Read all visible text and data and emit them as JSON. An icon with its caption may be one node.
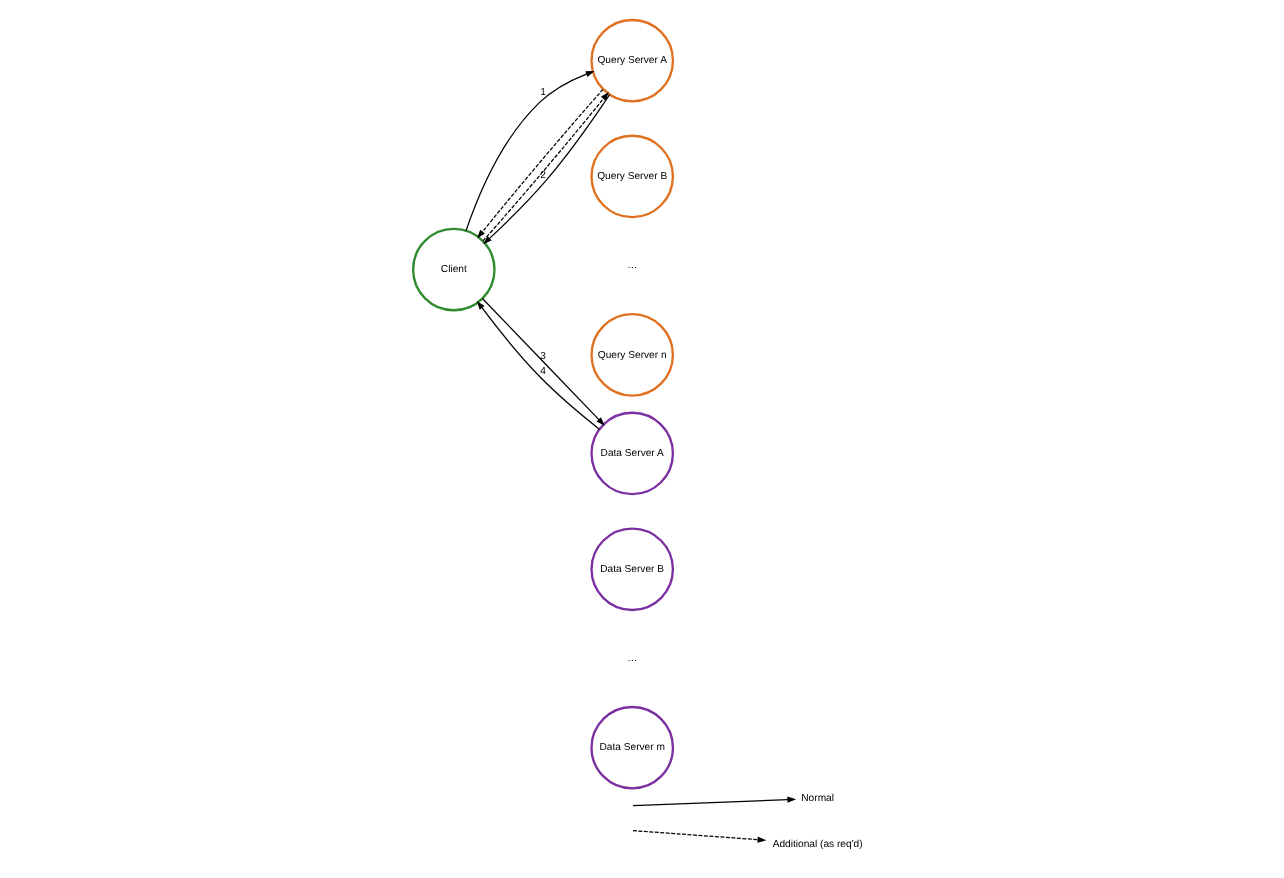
{
  "diagram": {
    "nodes": [
      {
        "text": [
          "Client"
        ]
      },
      {
        "text": [
          "Query Server A"
        ]
      },
      {
        "text": [
          "Query Server B"
        ]
      },
      {
        "text": [
          "Query Server n"
        ]
      },
      {
        "text": [
          "Data Server A"
        ]
      },
      {
        "text": [
          "Data Server B"
        ]
      },
      {
        "text": [
          "Data Server m"
        ]
      }
    ],
    "edges": [
      {
        "from": 0,
        "to": 1,
        "arrow": "to",
        "label": "1"
      },
      {
        "from": 0,
        "to": 1,
        "arrow": "to",
        "style": "dashed"
      },
      {
        "from": 1,
        "to": 0,
        "arrow": "to",
        "label": "2"
      },
      {
        "from": 1,
        "to": 0,
        "arrow": "to",
        "style": "dashed"
      },
      {
        "from": 0,
        "to": 4,
        "arrow": "to",
        "label": "3"
      },
      {
        "from": 4,
        "to": 0,
        "arrow": "to",
        "label": "4"
      }
    ],
    "labels": [
      "…",
      "…"
    ],
    "legend": [
      {
        "text": "Normal"
      },
      {
        "text": "Additional (as req'd)"
      }
    ]
  }
}
